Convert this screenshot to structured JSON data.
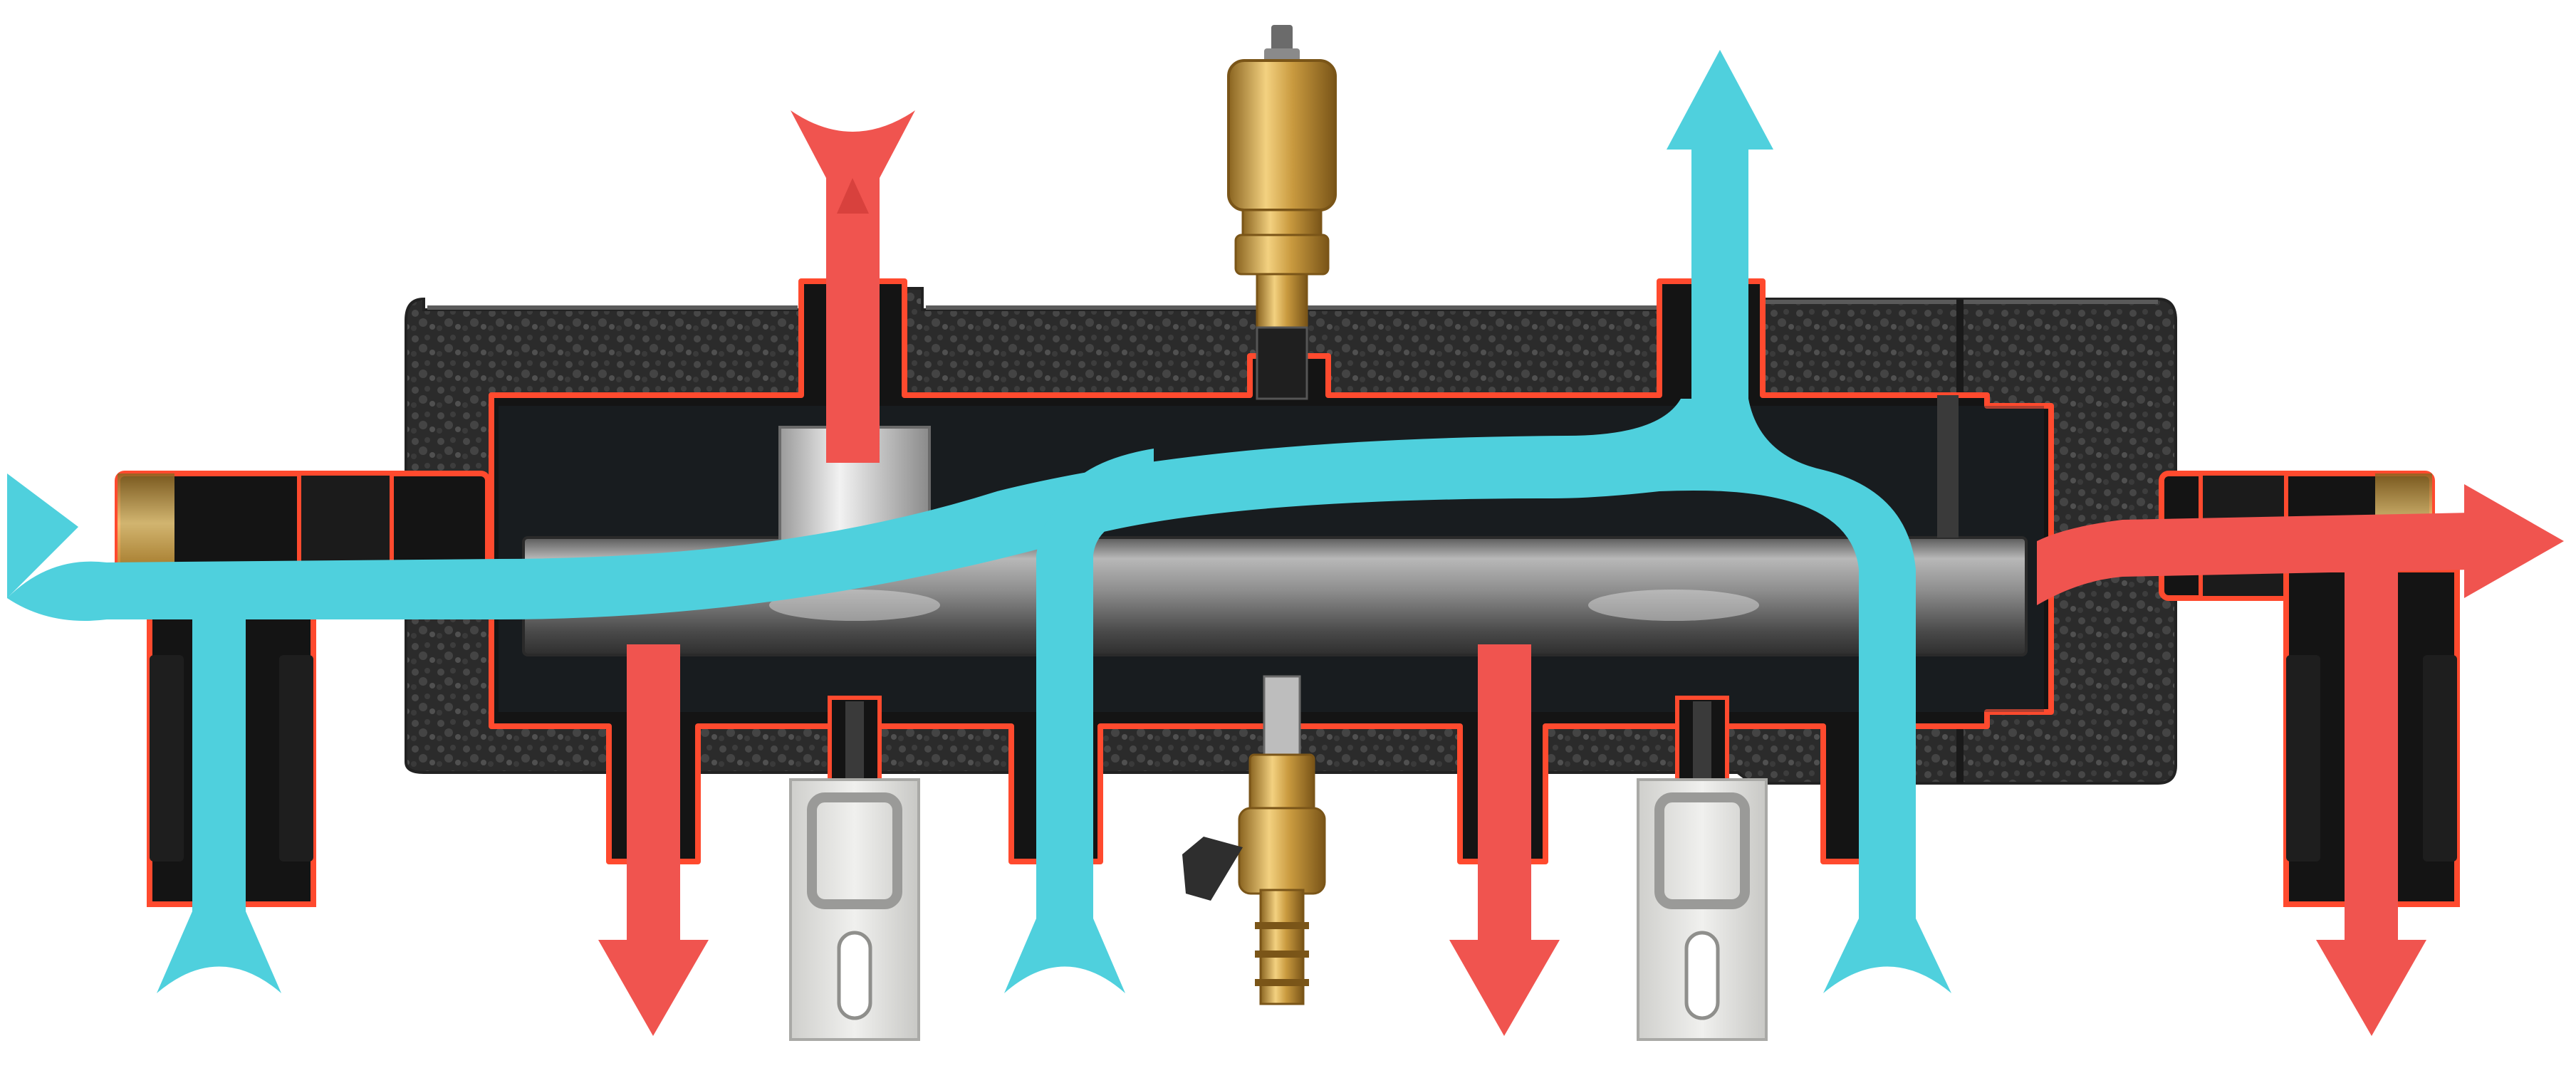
{
  "diagram": {
    "subject": "hydraulic-separator-manifold-cutaway",
    "colors": {
      "background": "#ffffff",
      "hot_flow": "#f0544f",
      "cold_flow": "#4fd0dd",
      "hot_outline": "#ff4a2e",
      "insulation": "#2b2b2b",
      "insulation_texture": "#484848",
      "steel_inner": "#141414",
      "steel_tube_light": "#c4c4c4",
      "steel_tube_dark": "#595959",
      "brass_light": "#f3d180",
      "brass": "#c99a3f",
      "brass_dark": "#8a6420",
      "bracket": "#e3e3e1",
      "valve_handle": "#2e2e2e",
      "gasket": "#1e1e1e"
    },
    "icons": [
      "air-vent-valve-icon",
      "drain-valve-icon",
      "mounting-bracket-icon"
    ],
    "flows": [
      {
        "id": "cold-inlet-left",
        "type": "cold",
        "direction": "in"
      },
      {
        "id": "cold-outlet-top",
        "type": "cold",
        "direction": "out"
      },
      {
        "id": "hot-inlet-top",
        "type": "hot",
        "direction": "in"
      },
      {
        "id": "hot-outlet-right",
        "type": "hot",
        "direction": "out"
      },
      {
        "id": "hot-outlet-bottom-left",
        "type": "hot",
        "direction": "out"
      },
      {
        "id": "hot-outlet-bottom-middle",
        "type": "hot",
        "direction": "out"
      },
      {
        "id": "hot-outlet-bottom-right",
        "type": "hot",
        "direction": "out"
      },
      {
        "id": "cold-return-bottom-left",
        "type": "cold",
        "direction": "in"
      },
      {
        "id": "cold-return-bottom-middle",
        "type": "cold",
        "direction": "in"
      },
      {
        "id": "cold-return-bottom-right",
        "type": "cold",
        "direction": "in"
      }
    ]
  }
}
